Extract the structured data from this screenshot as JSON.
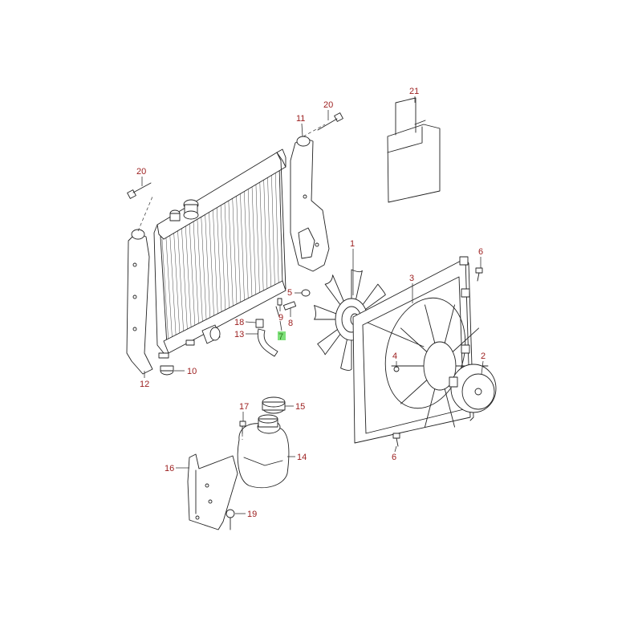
{
  "diagram": {
    "highlight_color": "#7ee07a",
    "callout_color": "#9b1c1c",
    "callouts": [
      {
        "id": "c1",
        "label": "1"
      },
      {
        "id": "c2",
        "label": "2"
      },
      {
        "id": "c3",
        "label": "3"
      },
      {
        "id": "c4",
        "label": "4"
      },
      {
        "id": "c5",
        "label": "5"
      },
      {
        "id": "c6a",
        "label": "6"
      },
      {
        "id": "c6b",
        "label": "6"
      },
      {
        "id": "c7",
        "label": "7",
        "highlighted": true
      },
      {
        "id": "c8",
        "label": "8"
      },
      {
        "id": "c9",
        "label": "9"
      },
      {
        "id": "c10",
        "label": "10"
      },
      {
        "id": "c11",
        "label": "11"
      },
      {
        "id": "c12",
        "label": "12"
      },
      {
        "id": "c13",
        "label": "13"
      },
      {
        "id": "c14",
        "label": "14"
      },
      {
        "id": "c15",
        "label": "15"
      },
      {
        "id": "c16",
        "label": "16"
      },
      {
        "id": "c17",
        "label": "17"
      },
      {
        "id": "c18",
        "label": "18"
      },
      {
        "id": "c19",
        "label": "19"
      },
      {
        "id": "c20a",
        "label": "20"
      },
      {
        "id": "c20b",
        "label": "20"
      },
      {
        "id": "c21",
        "label": "21"
      }
    ]
  }
}
